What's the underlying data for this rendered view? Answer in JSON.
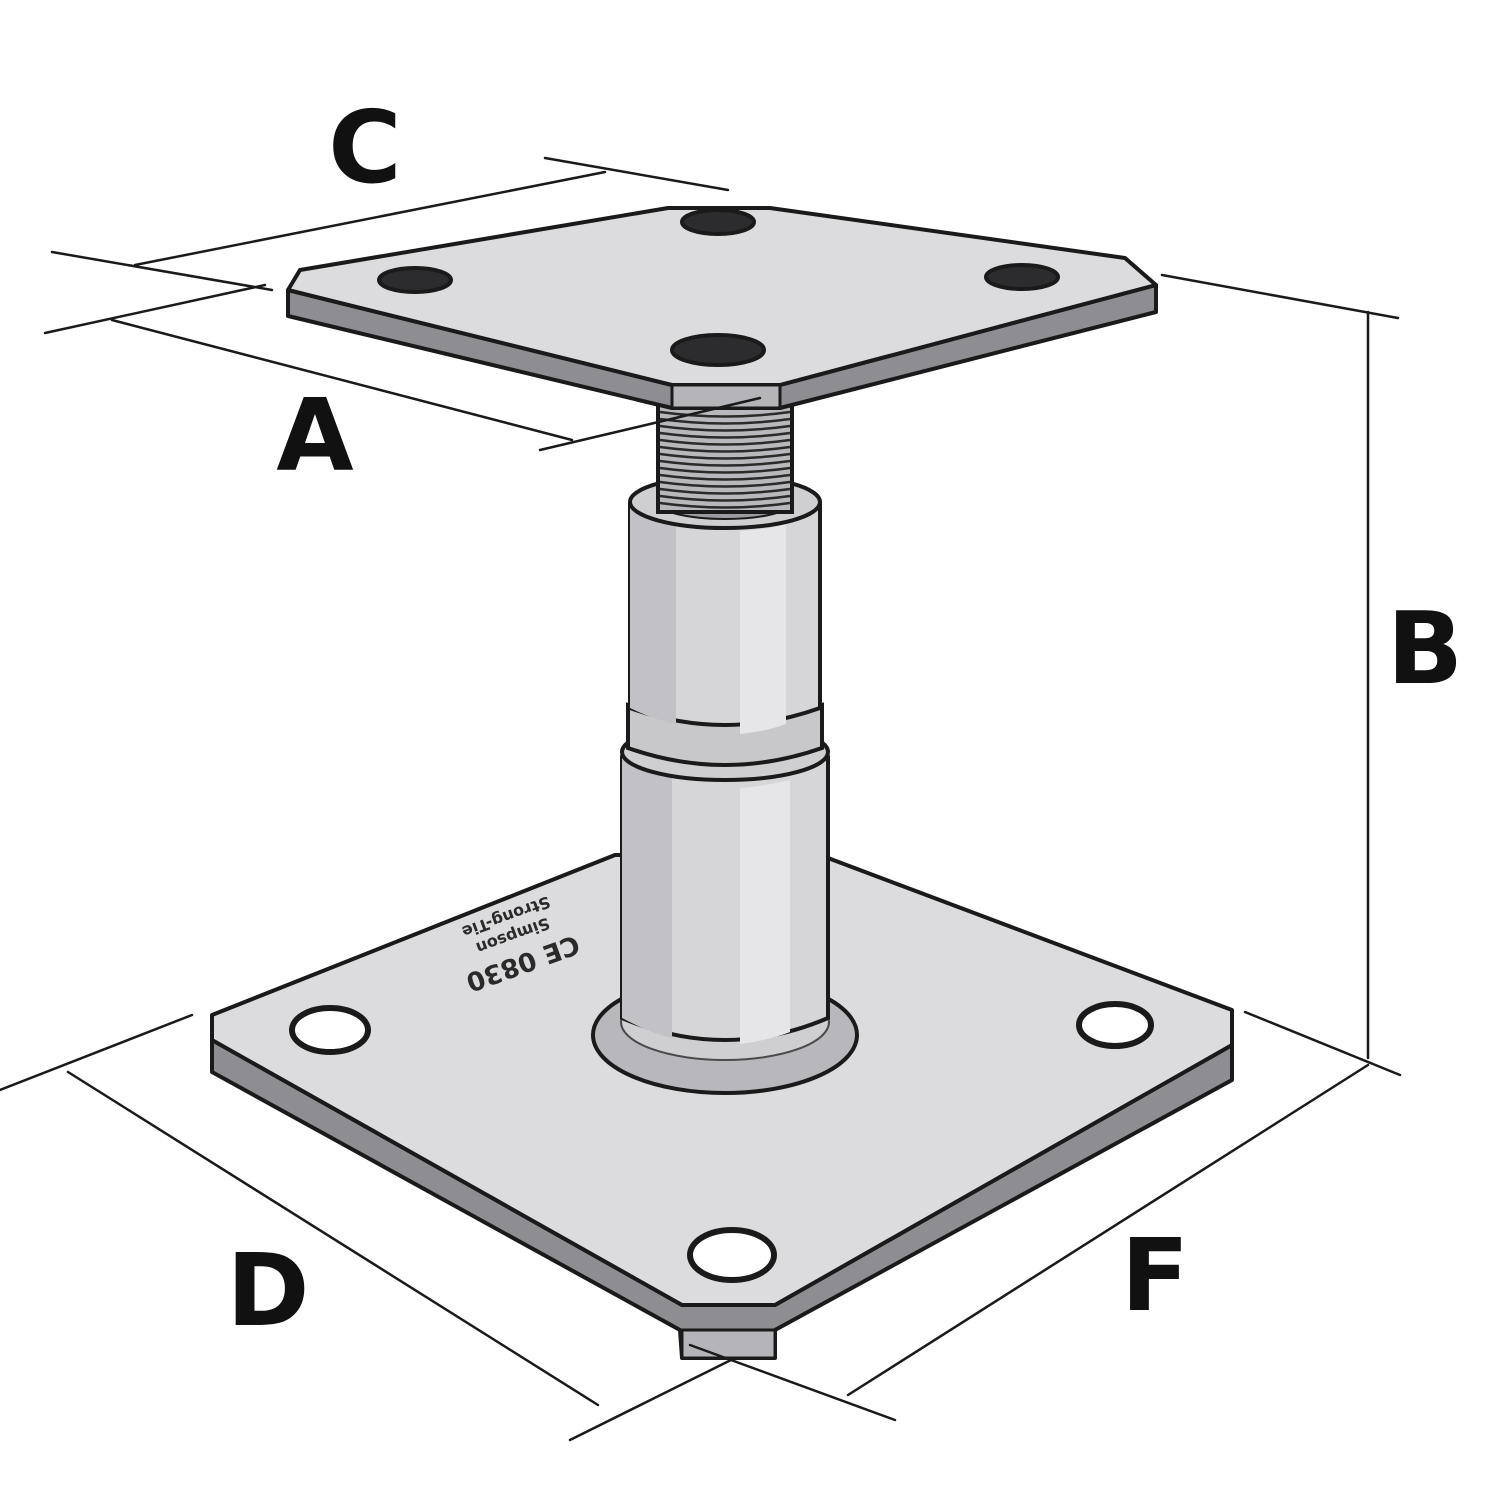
{
  "dimensions": {
    "a": "A",
    "b": "B",
    "c": "C",
    "d": "D",
    "f": "F"
  },
  "stamp": {
    "line1": "CE 0830",
    "line2": "Simpson",
    "line3": "Strong-Tie"
  },
  "colors": {
    "outline": "#1a1a1a",
    "plate_fill": "#dcdcde",
    "plate_edge": "#8e8e92",
    "shaft_fill": "#d6d6d8",
    "shaft_shadow": "#a9a9ad",
    "thread_fill": "#b8b8bc",
    "hole_fill": "#ffffff",
    "dimension_line": "#1a1a1a",
    "label": "#111111"
  }
}
